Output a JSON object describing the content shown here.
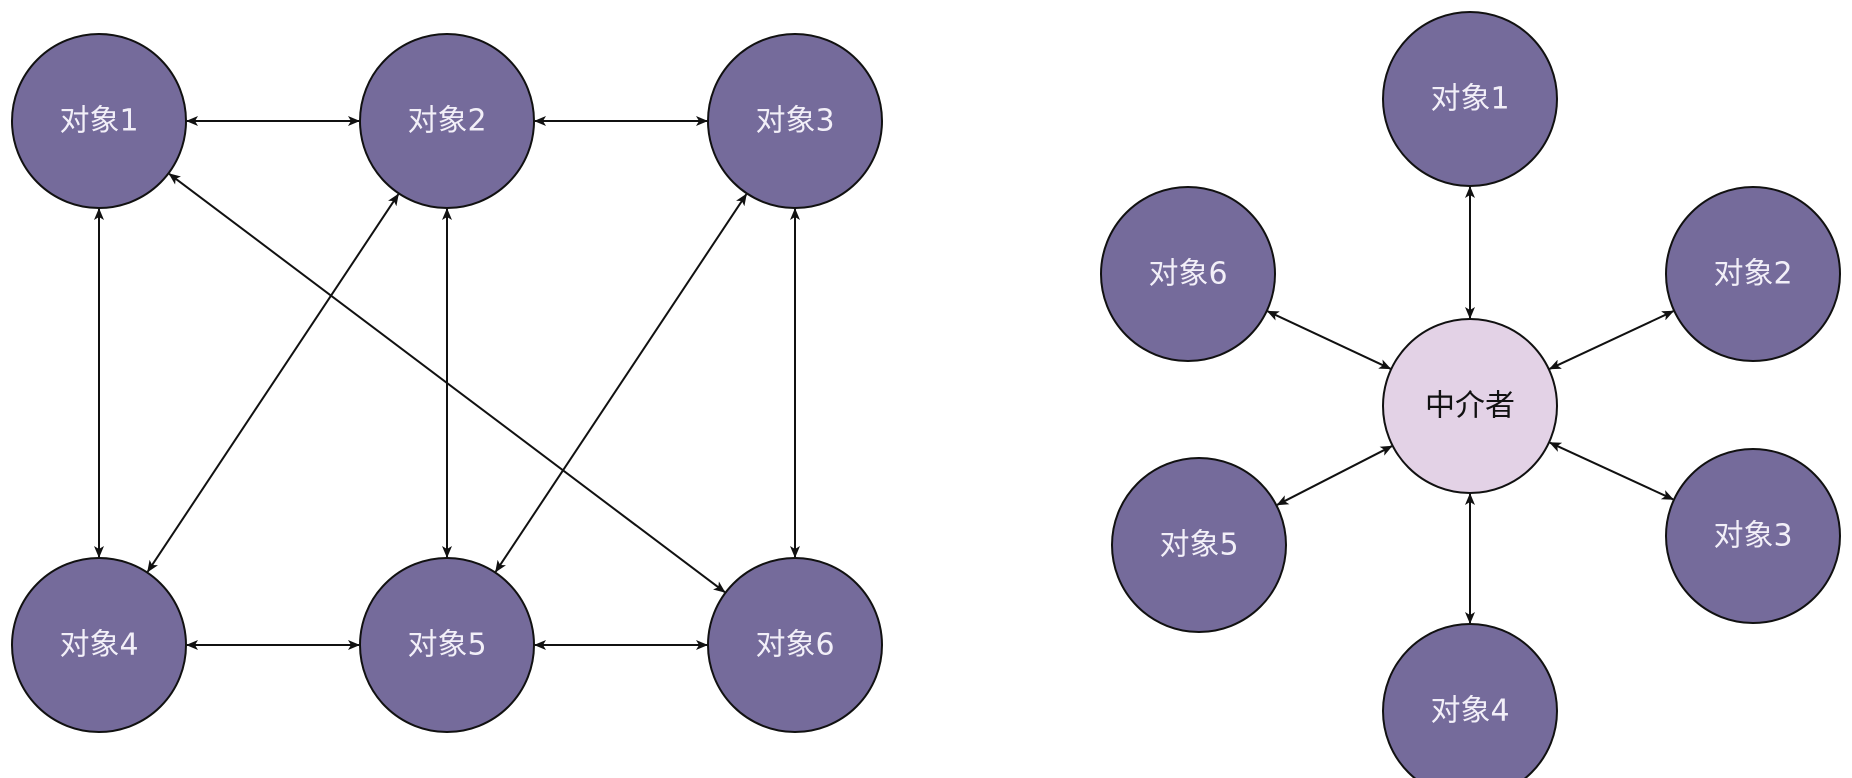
{
  "colors": {
    "object_fill": "#756b9b",
    "object_text": "#f2eff8",
    "mediator_fill": "#e3d2e6",
    "mediator_text": "#111111",
    "edge": "#111111"
  },
  "mesh_network": {
    "nodes": [
      {
        "id": "m1",
        "label": "对象1"
      },
      {
        "id": "m2",
        "label": "对象2"
      },
      {
        "id": "m3",
        "label": "对象3"
      },
      {
        "id": "m4",
        "label": "对象4"
      },
      {
        "id": "m5",
        "label": "对象5"
      },
      {
        "id": "m6",
        "label": "对象6"
      }
    ],
    "edges": [
      {
        "from": "m1",
        "to": "m2",
        "arrows": "both"
      },
      {
        "from": "m2",
        "to": "m3",
        "arrows": "both"
      },
      {
        "from": "m4",
        "to": "m5",
        "arrows": "both"
      },
      {
        "from": "m5",
        "to": "m6",
        "arrows": "both"
      },
      {
        "from": "m1",
        "to": "m4",
        "arrows": "both"
      },
      {
        "from": "m2",
        "to": "m5",
        "arrows": "both"
      },
      {
        "from": "m3",
        "to": "m6",
        "arrows": "both"
      },
      {
        "from": "m2",
        "to": "m4",
        "arrows": "both"
      },
      {
        "from": "m1",
        "to": "m6",
        "arrows": "both"
      },
      {
        "from": "m3",
        "to": "m5",
        "arrows": "both"
      }
    ]
  },
  "mediator_network": {
    "center": {
      "id": "c",
      "label": "中介者"
    },
    "nodes": [
      {
        "id": "s1",
        "label": "对象1"
      },
      {
        "id": "s2",
        "label": "对象2"
      },
      {
        "id": "s3",
        "label": "对象3"
      },
      {
        "id": "s4",
        "label": "对象4"
      },
      {
        "id": "s5",
        "label": "对象5"
      },
      {
        "id": "s6",
        "label": "对象6"
      }
    ],
    "edges": [
      {
        "from": "c",
        "to": "s1",
        "arrows": "both"
      },
      {
        "from": "c",
        "to": "s2",
        "arrows": "both"
      },
      {
        "from": "c",
        "to": "s3",
        "arrows": "both"
      },
      {
        "from": "c",
        "to": "s4",
        "arrows": "both"
      },
      {
        "from": "c",
        "to": "s5",
        "arrows": "both"
      },
      {
        "from": "c",
        "to": "s6",
        "arrows": "both"
      }
    ]
  }
}
